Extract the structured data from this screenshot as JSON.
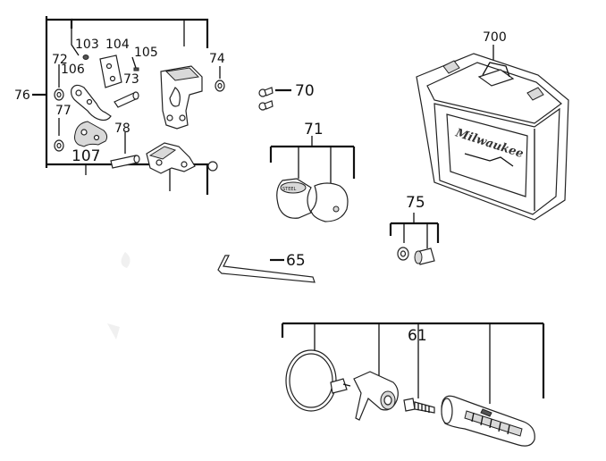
{
  "labels": {
    "p76": "76",
    "p72": "72",
    "p103": "103",
    "p104": "104",
    "p105": "105",
    "p74": "74",
    "p106": "106",
    "p73": "73",
    "p77": "77",
    "p78": "78",
    "p107": "107",
    "p70": "70",
    "p700": "700",
    "p71": "71",
    "p75": "75",
    "p65": "65",
    "p61": "61"
  },
  "brand_text": "Milwaukee",
  "colors": {
    "line": "#111111",
    "shade": "#d9d9d9",
    "dark": "#555555"
  }
}
